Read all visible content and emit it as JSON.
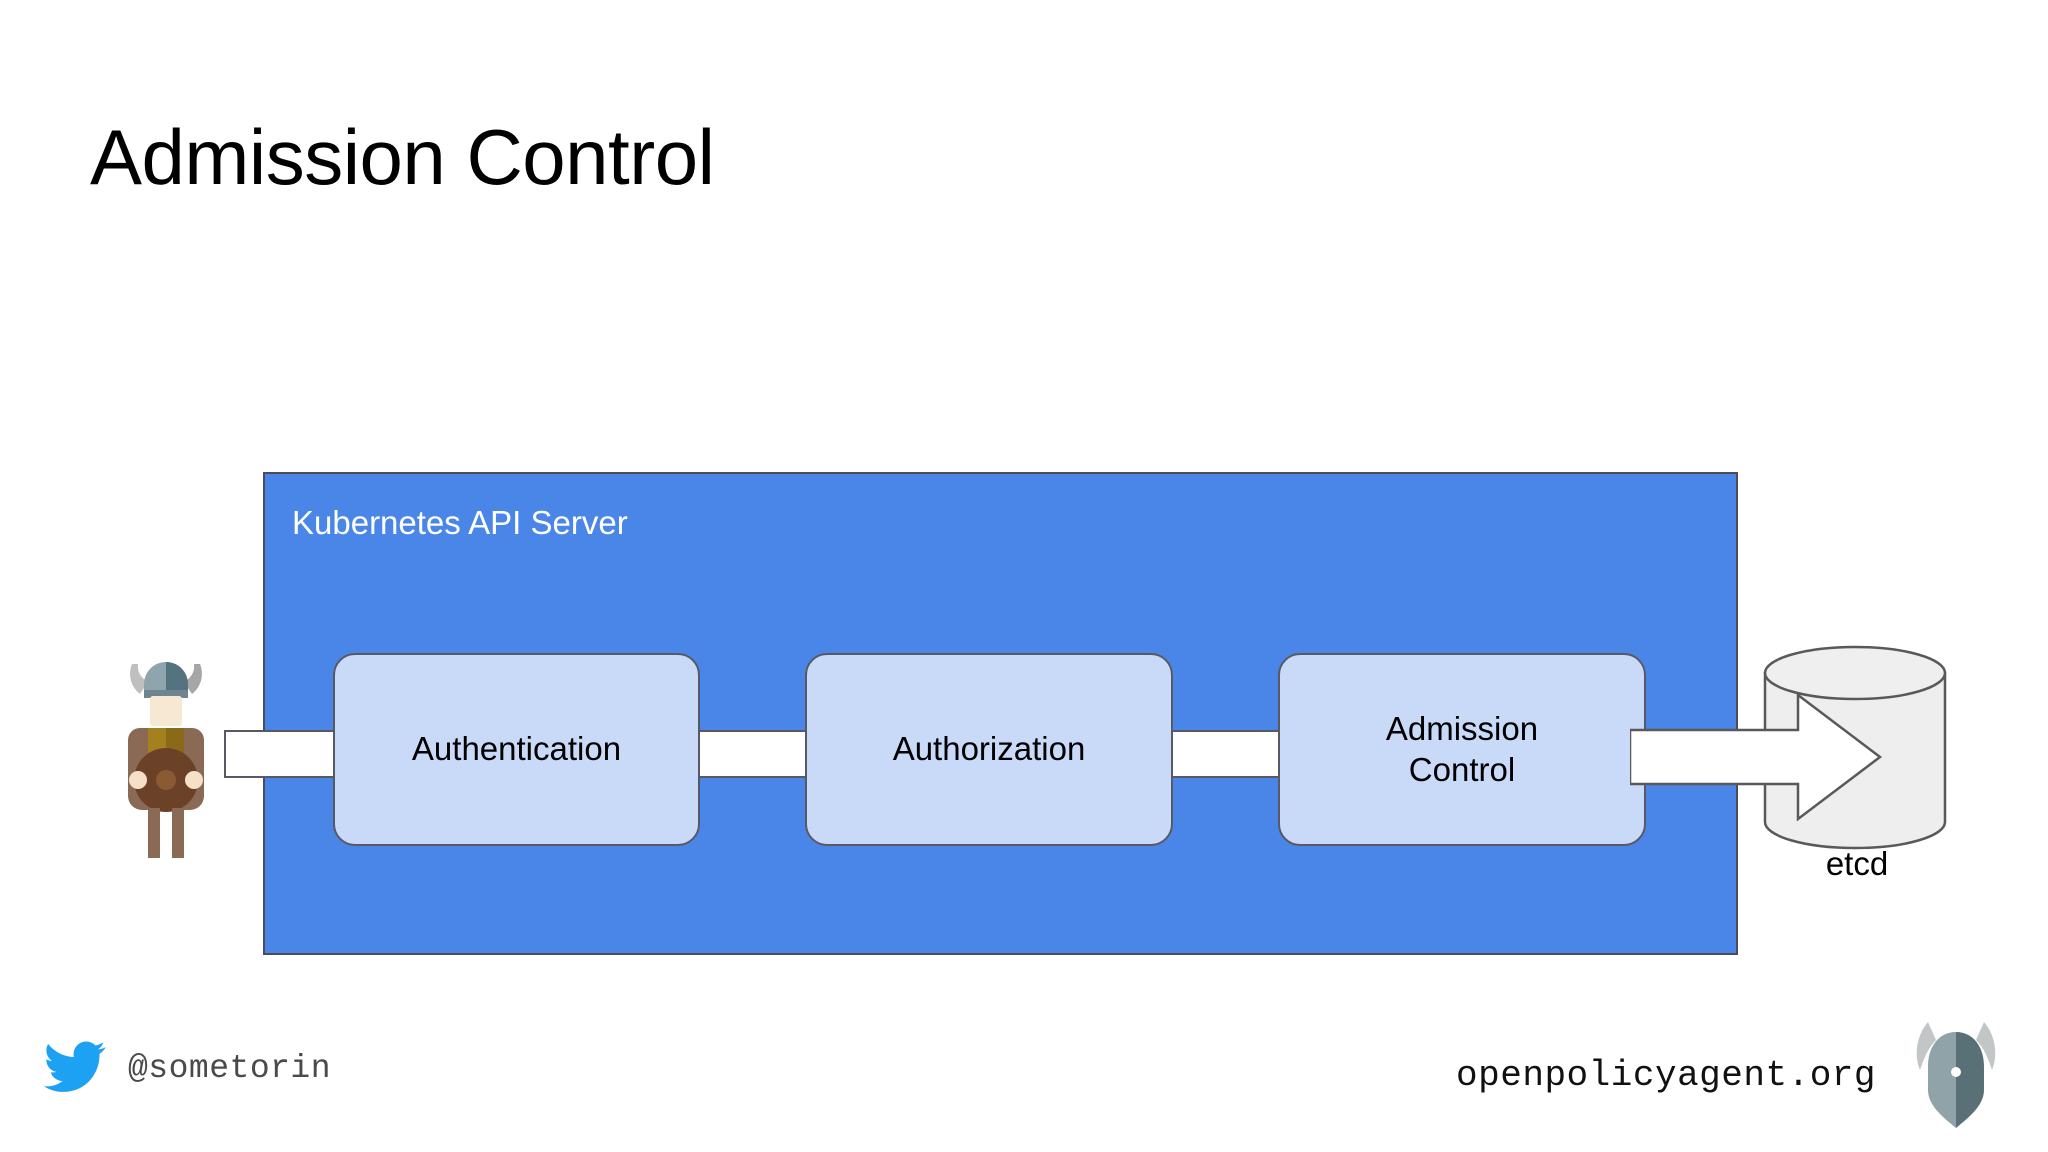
{
  "slide": {
    "title": "Admission Control",
    "background_color": "#ffffff"
  },
  "diagram": {
    "container": {
      "label": "Kubernetes API Server",
      "fill_color": "#4a86e8",
      "border_color": "#4b4b5a",
      "label_color": "#ffffff"
    },
    "stages": [
      {
        "id": "authentication",
        "label": "Authentication",
        "line1": "Authentication",
        "line2": ""
      },
      {
        "id": "authorization",
        "label": "Authorization",
        "line1": "Authorization",
        "line2": ""
      },
      {
        "id": "admission-control",
        "label": "Admission Control",
        "line1": "Admission",
        "line2": "Control"
      }
    ],
    "stage_style": {
      "fill_color": "#c9daf8",
      "border_color": "#595964",
      "text_color": "#000000"
    },
    "datastore": {
      "label": "etcd",
      "fill_color": "#eeeeee",
      "border_color": "#595959"
    },
    "actor": {
      "name": "viking-user",
      "helmet_color": "#6d8491",
      "horn_color": "#bfbfbf",
      "skin_color": "#f7e8d3",
      "tunic_color": "#a5801f",
      "shield_color": "#6b4227",
      "leg_color": "#8a6a55"
    },
    "flow": [
      "user",
      "Authentication",
      "Authorization",
      "Admission Control",
      "etcd"
    ]
  },
  "footer": {
    "twitter_handle": "@sometorin",
    "twitter_icon": "twitter-bird-icon",
    "twitter_color": "#1da1f2",
    "website": "openpolicyagent.org",
    "logo": "opa-helmet-logo",
    "logo_color": "#5c6f77"
  }
}
